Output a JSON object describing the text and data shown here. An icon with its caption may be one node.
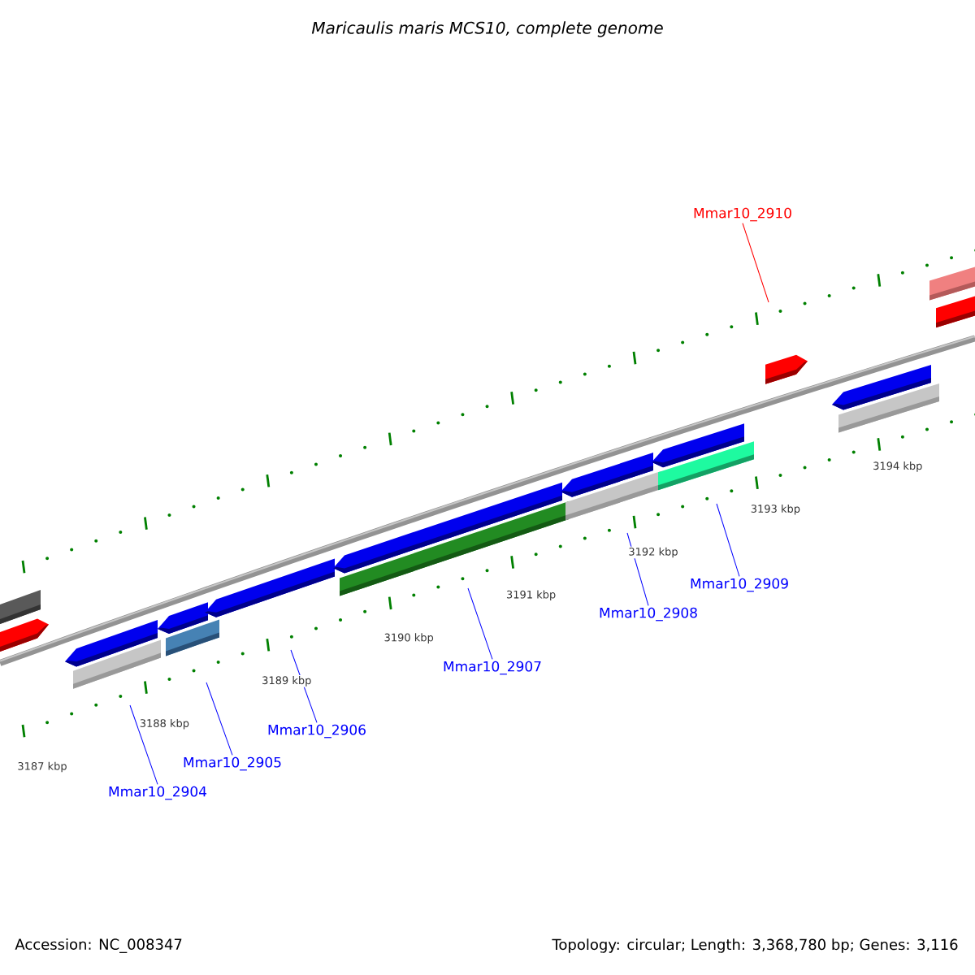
{
  "diagram": {
    "title": "Maricaulis maris MCS10, complete genome",
    "nodes": [
      {
        "text": [
          "Mmar10_2910"
        ]
      },
      {
        "text": [
          "Mmar10_2909"
        ]
      },
      {
        "text": [
          "Mmar10_2908"
        ]
      },
      {
        "text": [
          "Mmar10_2907"
        ]
      },
      {
        "text": [
          "Mmar10_2906"
        ]
      },
      {
        "text": [
          "Mmar10_2905"
        ]
      },
      {
        "text": [
          "Mmar10_2904"
        ]
      }
    ],
    "edges": [
      {
        "from": 0,
        "to": null,
        "arrow": "none",
        "color": "#ff0000"
      },
      {
        "from": 1,
        "to": null,
        "arrow": "none"
      },
      {
        "from": 2,
        "to": null,
        "arrow": "none"
      },
      {
        "from": 3,
        "to": null,
        "arrow": "none"
      },
      {
        "from": 4,
        "to": null,
        "arrow": "none"
      },
      {
        "from": 5,
        "to": null,
        "arrow": "none"
      },
      {
        "from": 6,
        "to": null,
        "arrow": "none"
      }
    ],
    "labels": [
      "3194 kbp",
      "3193 kbp",
      "3192 kbp",
      "3191 kbp",
      "3190 kbp",
      "3189 kbp",
      "3188 kbp",
      "3187 kbp",
      "Accession: NC_008347",
      "Topology: circular; Length: 3,368,780 bp; Genes: 3,116"
    ]
  }
}
